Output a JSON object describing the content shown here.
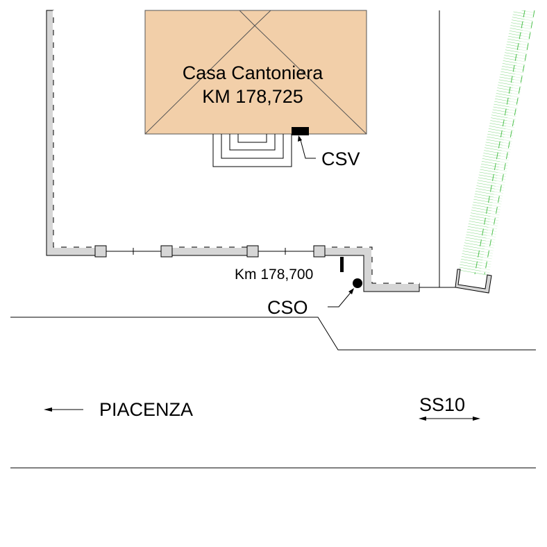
{
  "building": {
    "name_line1": "Casa Cantoniera",
    "name_line2": "KM 178,725",
    "fill": "#F2CFA9"
  },
  "labels": {
    "csv": "CSV",
    "cso": "CSO",
    "km_marker": "Km 178,700",
    "direction_city": "PIACENZA",
    "road_name": "SS10"
  },
  "colors": {
    "wall": "#D6D6D6",
    "hatch": "#7FD67F"
  }
}
